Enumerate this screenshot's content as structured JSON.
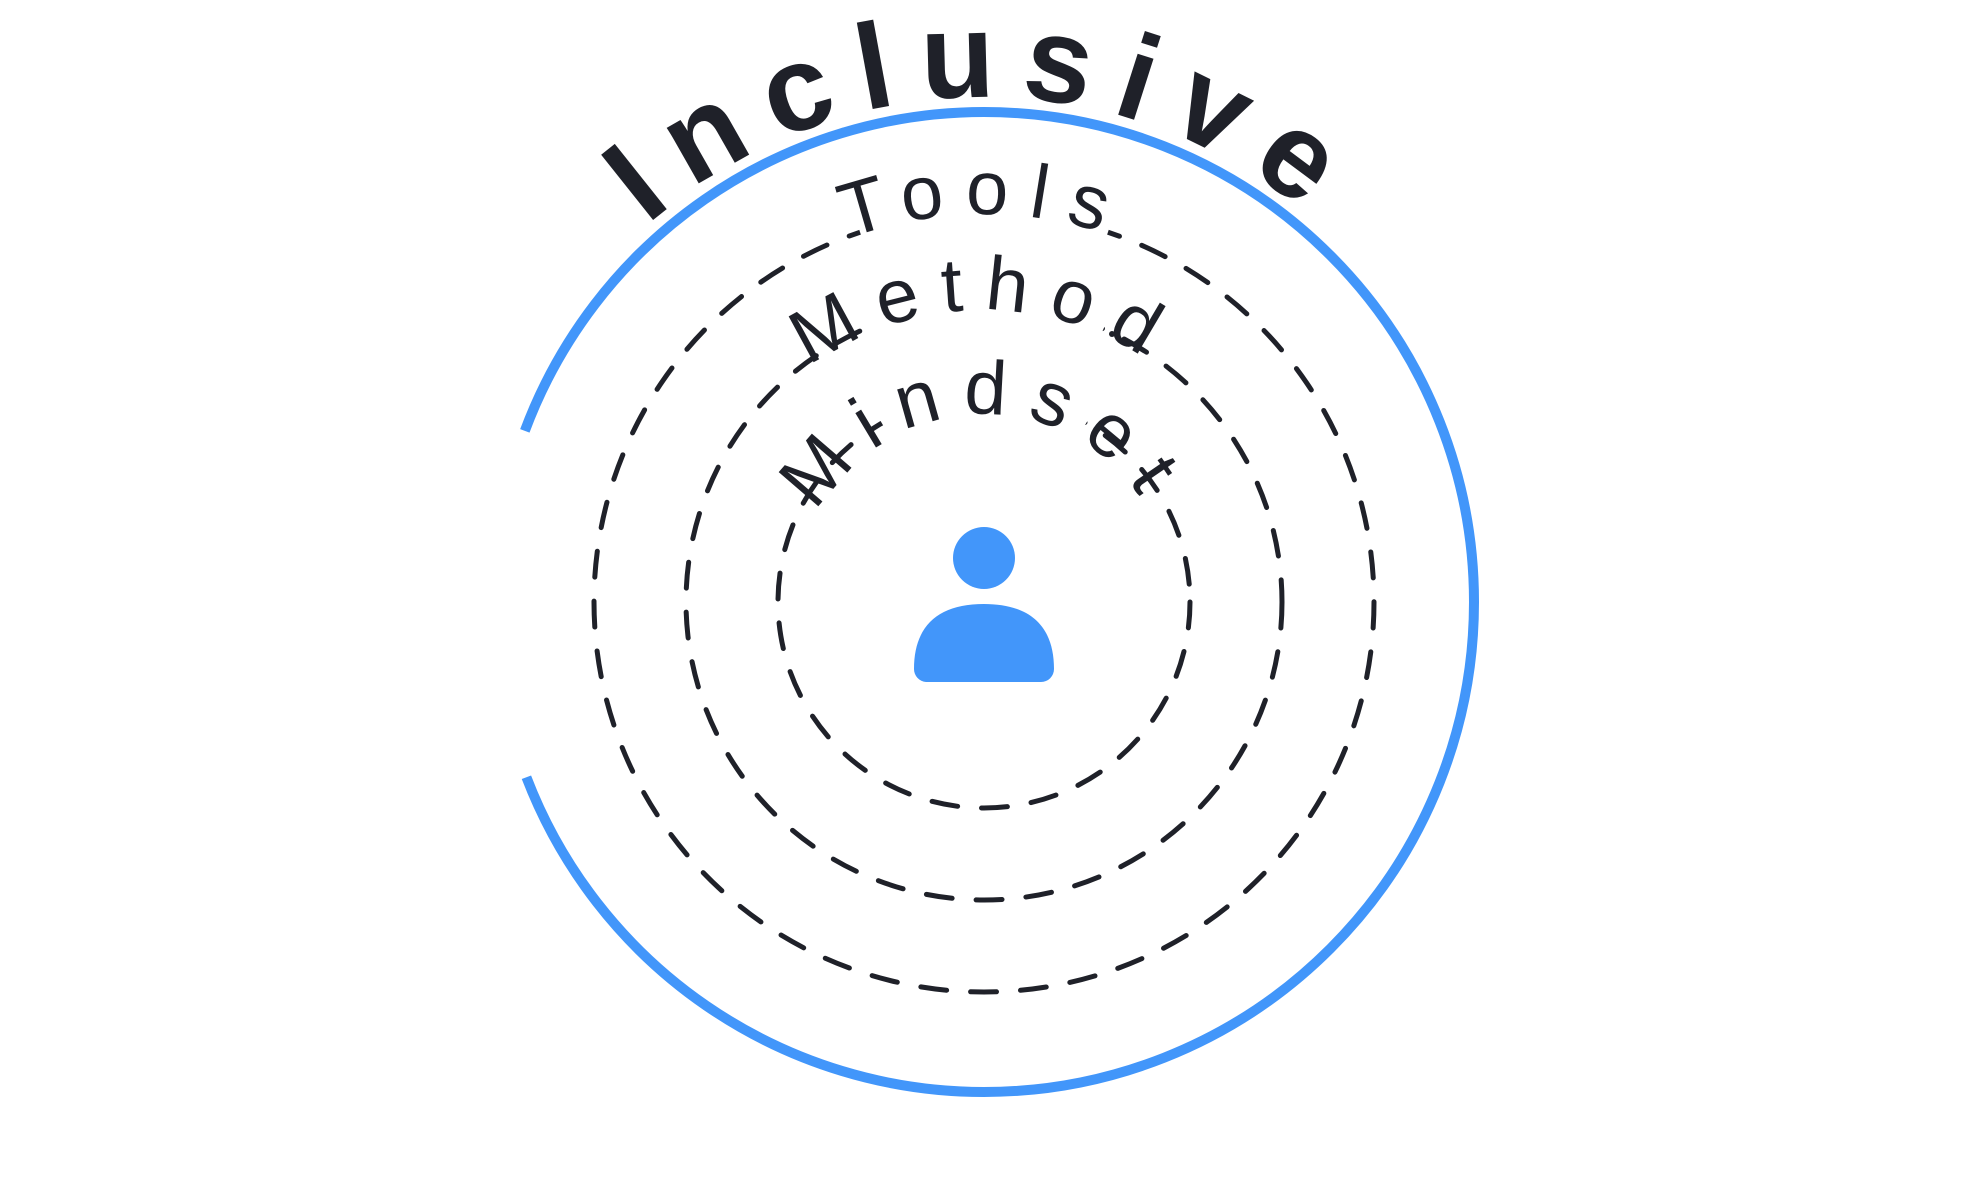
{
  "diagram": {
    "outer_ring": {
      "label": "Inclusive",
      "color": "#4296fa"
    },
    "rings": [
      {
        "label": "Tools"
      },
      {
        "label": "Method"
      },
      {
        "label": "Mindset"
      }
    ],
    "dash_color": "#1f2129",
    "center_icon": {
      "name": "person-icon",
      "color": "#4296fa"
    }
  }
}
